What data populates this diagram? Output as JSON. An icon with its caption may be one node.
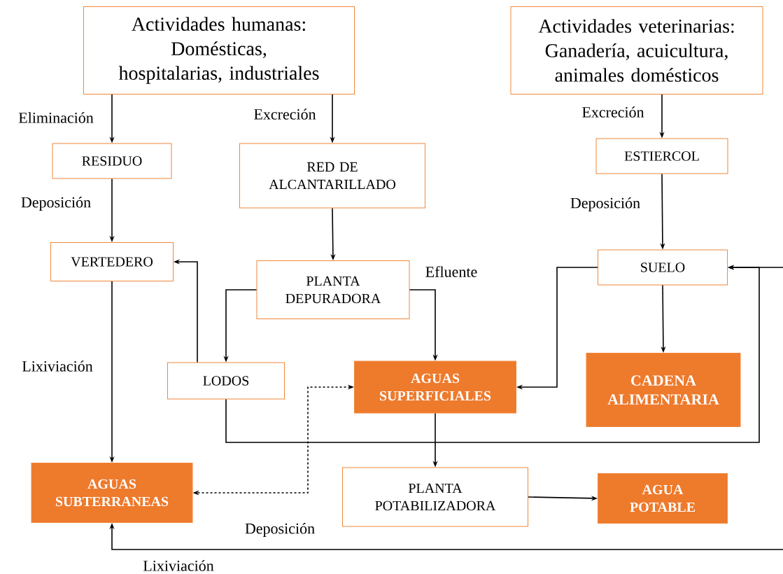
{
  "diagram": {
    "nodes": [
      {
        "text": [
          "Actividades humanas: Domésticas, hospitalarias, industriales"
        ]
      },
      {
        "text": [
          "Actividades veterinarias: Ganadería, acuicultura, animales domésticos"
        ]
      },
      {
        "text": [
          "RESIDUO"
        ]
      },
      {
        "text": [
          "RED DE ALCANTARILLADO"
        ]
      },
      {
        "text": [
          "ESTIERCOL"
        ]
      },
      {
        "text": [
          "VERTEDERO"
        ]
      },
      {
        "text": [
          "PLANTA DEPURADORA"
        ]
      },
      {
        "text": [
          "SUELO"
        ]
      },
      {
        "text": [
          "LODOS"
        ]
      },
      {
        "text": [
          "AGUAS SUPERFICIALES"
        ]
      },
      {
        "text": [
          "CADENA ALIMENTARIA"
        ]
      },
      {
        "text": [
          "AGUAS SUBTERRANEAS"
        ]
      },
      {
        "text": [
          "PLANTA POTABILIZADORA"
        ]
      },
      {
        "text": [
          "AGUA POTABLE"
        ]
      }
    ],
    "edges": [
      {
        "from": 0,
        "to": 2,
        "arrow": "to",
        "label": "Eliminación"
      },
      {
        "from": 0,
        "to": 3,
        "arrow": "to",
        "label": "Excreción"
      },
      {
        "from": 1,
        "to": 4,
        "arrow": "to",
        "label": "Excreción"
      },
      {
        "from": 2,
        "to": 5,
        "arrow": "to",
        "label": "Deposición"
      },
      {
        "from": 3,
        "to": 6,
        "arrow": "to"
      },
      {
        "from": 4,
        "to": 7,
        "arrow": "to",
        "label": "Deposición"
      },
      {
        "from": 6,
        "to": 8,
        "arrow": "to"
      },
      {
        "from": 6,
        "to": 9,
        "arrow": "to",
        "label": "Efluente"
      },
      {
        "from": 8,
        "to": 5,
        "arrow": "to"
      },
      {
        "from": 5,
        "to": 11,
        "arrow": "to",
        "label": "Lixiviación"
      },
      {
        "from": 7,
        "to": 9,
        "arrow": "to"
      },
      {
        "from": 7,
        "to": 10,
        "arrow": "to"
      },
      {
        "from": 8,
        "to": 7,
        "arrow": "to"
      },
      {
        "from": null,
        "to": 7,
        "arrow": "to"
      },
      {
        "from": 9,
        "to": 11,
        "arrow": "both",
        "style": "dashed"
      },
      {
        "from": 9,
        "to": 12,
        "arrow": "to"
      },
      {
        "from": 12,
        "to": 13,
        "arrow": "to"
      },
      {
        "from": null,
        "to": 11,
        "arrow": "to",
        "label": "Lixiviación"
      }
    ],
    "labels": [
      "Deposición"
    ]
  }
}
